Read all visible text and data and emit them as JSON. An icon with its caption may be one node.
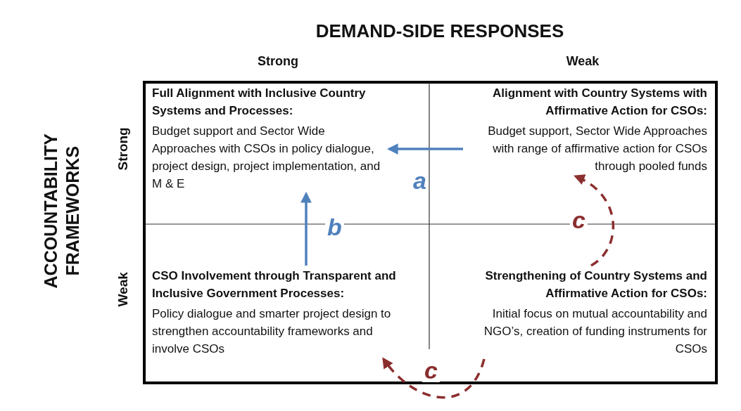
{
  "diagram": {
    "nodes": [
      {
        "text": [
          "Full Alignment with Inclusive Country Systems and Processes:",
          "Budget support and Sector Wide Approaches with CSOs in policy dialogue, project design, project implementation, and M & E"
        ]
      },
      {
        "text": [
          "Alignment with Country Systems with Affirmative Action for CSOs:",
          "Budget support, Sector Wide Approaches with range of affirmative action for CSOs through pooled funds"
        ]
      },
      {
        "text": [
          "CSO Involvement through Transparent and Inclusive Government Processes:",
          "Policy dialogue and smarter project design to strengthen accountability frameworks and involve CSOs"
        ]
      },
      {
        "text": [
          "Strengthening of Country Systems and Affirmative Action for CSOs:",
          "Initial focus on mutual accountability and NGO’s, creation of funding instruments for CSOs"
        ]
      }
    ],
    "edges": [
      {
        "from": 1,
        "to": 0,
        "arrow": "to",
        "label": "a",
        "color": "#4f81bd"
      },
      {
        "from": 2,
        "to": 0,
        "arrow": "to",
        "label": "b",
        "color": "#4f81bd"
      },
      {
        "from": 3,
        "to": 2,
        "arrow": "to",
        "label": "c",
        "style": "dashed",
        "color": "#8b2e2e"
      },
      {
        "from": 3,
        "to": 1,
        "arrow": "to",
        "label": "c",
        "style": "dashed",
        "color": "#8b2e2e"
      }
    ],
    "labels": [
      "DEMAND-SIDE RESPONSES",
      "Strong",
      "Weak",
      "ACCOUNTABILITY FRAMEWORKS",
      "Strong",
      "Weak"
    ]
  }
}
